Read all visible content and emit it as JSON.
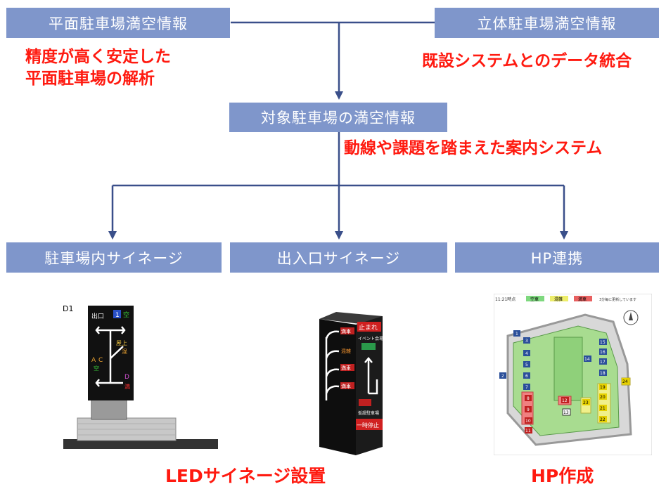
{
  "boxes": {
    "flat_parking": "平面駐車場満空情報",
    "multilevel_parking": "立体駐車場満空情報",
    "target_parking": "対象駐車場の満空情報",
    "inside_signage": "駐車場内サイネージ",
    "entrance_signage": "出入口サイネージ",
    "hp_link": "HP連携"
  },
  "notes": {
    "flat_analysis_line1": "精度が高く安定した",
    "flat_analysis_line2": "平面駐車場の解析",
    "integration": "既設システムとのデータ統合",
    "guidance": "動線や課題を踏まえた案内システム",
    "led_install": "LEDサイネージ設置",
    "hp_create": "HP作成"
  },
  "sign1": {
    "id": "D1",
    "exit": "出口",
    "num": "1",
    "status_kuu": "空",
    "upper": "屋上",
    "mix": "混",
    "a": "A",
    "c": "C",
    "d": "D",
    "full": "満"
  },
  "sign2": {
    "stop": "止まれ",
    "full": "満車",
    "busy": "混雑",
    "event": "イベント会場",
    "pause": "一時停止",
    "temp": "仮設駐車場"
  },
  "hp_map": {
    "time": "11:21時点",
    "legend_empty": "空車",
    "legend_mix": "混雑",
    "legend_full": "満車",
    "note": "3分毎に更新しています",
    "lot_numbers": [
      "1",
      "2",
      "3",
      "4",
      "5",
      "6",
      "7",
      "8",
      "9",
      "10",
      "11",
      "12",
      "13",
      "14",
      "15",
      "16",
      "17",
      "18",
      "19",
      "20",
      "21",
      "22",
      "23",
      "24"
    ]
  },
  "colors": {
    "box": "#7f96cb",
    "line": "#3a4f8a",
    "red": "#ff1a10"
  }
}
